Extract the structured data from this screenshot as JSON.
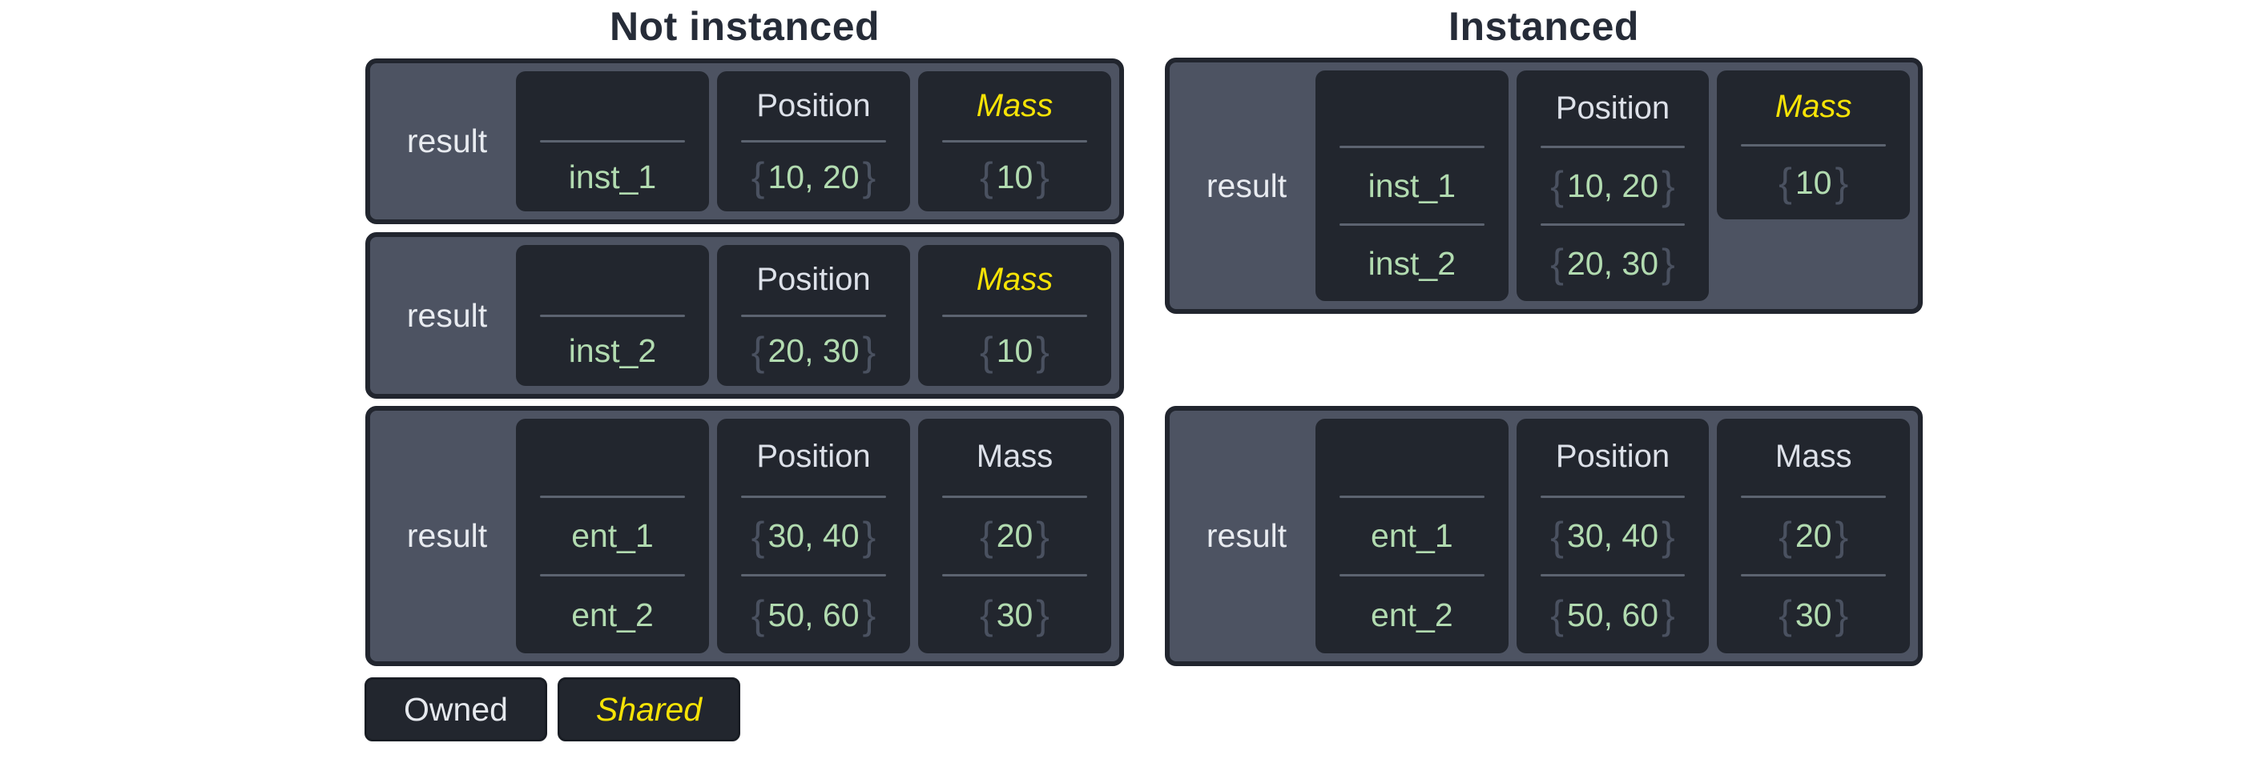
{
  "titles": {
    "left": "Not instanced",
    "right": "Instanced"
  },
  "boxes": {
    "nb1": {
      "label": "result",
      "entity": {
        "header": "",
        "rows": [
          {
            "o": "",
            "v": "inst_1",
            "c": ""
          }
        ]
      },
      "position": {
        "header": "Position",
        "variant": "owned",
        "rows": [
          {
            "o": "{",
            "v": "10, 20",
            "c": "}"
          }
        ]
      },
      "mass": {
        "header": "Mass",
        "variant": "shared",
        "rows": [
          {
            "o": "{",
            "v": "10",
            "c": "}"
          }
        ]
      }
    },
    "nb2": {
      "label": "result",
      "entity": {
        "header": "",
        "rows": [
          {
            "o": "",
            "v": "inst_2",
            "c": ""
          }
        ]
      },
      "position": {
        "header": "Position",
        "variant": "owned",
        "rows": [
          {
            "o": "{",
            "v": "20, 30",
            "c": "}"
          }
        ]
      },
      "mass": {
        "header": "Mass",
        "variant": "shared",
        "rows": [
          {
            "o": "{",
            "v": "10",
            "c": "}"
          }
        ]
      }
    },
    "nb3": {
      "label": "result",
      "entity": {
        "header": "",
        "rows": [
          {
            "o": "",
            "v": "ent_1",
            "c": ""
          },
          {
            "o": "",
            "v": "ent_2",
            "c": ""
          }
        ]
      },
      "position": {
        "header": "Position",
        "variant": "owned",
        "rows": [
          {
            "o": "{",
            "v": "30, 40",
            "c": "}"
          },
          {
            "o": "{",
            "v": "50, 60",
            "c": "}"
          }
        ]
      },
      "mass": {
        "header": "Mass",
        "variant": "owned",
        "rows": [
          {
            "o": "{",
            "v": "20",
            "c": "}"
          },
          {
            "o": "{",
            "v": "30",
            "c": "}"
          }
        ]
      }
    },
    "ib1": {
      "label": "result",
      "entity": {
        "header": "",
        "rows": [
          {
            "o": "",
            "v": "inst_1",
            "c": ""
          },
          {
            "o": "",
            "v": "inst_2",
            "c": ""
          }
        ]
      },
      "position": {
        "header": "Position",
        "variant": "owned",
        "rows": [
          {
            "o": "{",
            "v": "10, 20",
            "c": "}"
          },
          {
            "o": "{",
            "v": "20, 30",
            "c": "}"
          }
        ]
      },
      "mass": {
        "header": "Mass",
        "variant": "shared",
        "rows": [
          {
            "o": "{",
            "v": "10",
            "c": "}"
          }
        ]
      }
    },
    "ib2": {
      "label": "result",
      "entity": {
        "header": "",
        "rows": [
          {
            "o": "",
            "v": "ent_1",
            "c": ""
          },
          {
            "o": "",
            "v": "ent_2",
            "c": ""
          }
        ]
      },
      "position": {
        "header": "Position",
        "variant": "owned",
        "rows": [
          {
            "o": "{",
            "v": "30, 40",
            "c": "}"
          },
          {
            "o": "{",
            "v": "50, 60",
            "c": "}"
          }
        ]
      },
      "mass": {
        "header": "Mass",
        "variant": "owned",
        "rows": [
          {
            "o": "{",
            "v": "20",
            "c": "}"
          },
          {
            "o": "{",
            "v": "30",
            "c": "}"
          }
        ]
      }
    }
  },
  "legend": {
    "owned": "Owned",
    "shared": "Shared"
  },
  "colors": {
    "page_bg": "#ffffff",
    "title_text": "#262c38",
    "box_bg": "#4d5362",
    "box_border": "#21252e",
    "cell_bg": "#22262e",
    "label_text": "#e8ebf0",
    "header_text": "#dde1e9",
    "value_green": "#b2dbb0",
    "brace_gray": "#4a5160",
    "divider_gray": "#5c6370",
    "shared_yellow": "#f6e306"
  }
}
